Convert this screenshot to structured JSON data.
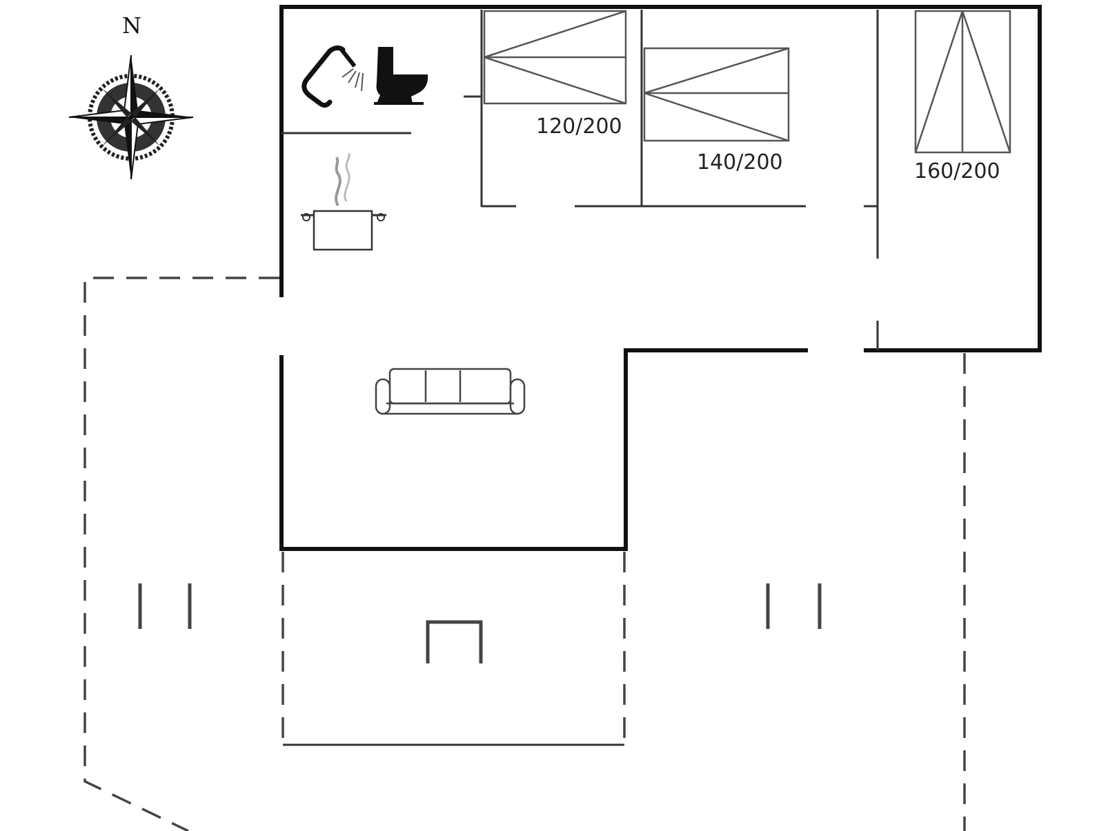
{
  "compass": {
    "north_label": "N",
    "icon": "compass-rose-icon"
  },
  "beds": [
    {
      "size_label": "120/200"
    },
    {
      "size_label": "140/200"
    },
    {
      "size_label": "160/200"
    }
  ],
  "icons": {
    "shower": "shower-icon",
    "toilet": "toilet-icon",
    "kitchen": "cooking-pot-icon",
    "sofa": "sofa-icon",
    "terrace_table": "table-icon"
  },
  "colors": {
    "wall": "#111111",
    "line": "#333333",
    "background": "#ffffff"
  }
}
